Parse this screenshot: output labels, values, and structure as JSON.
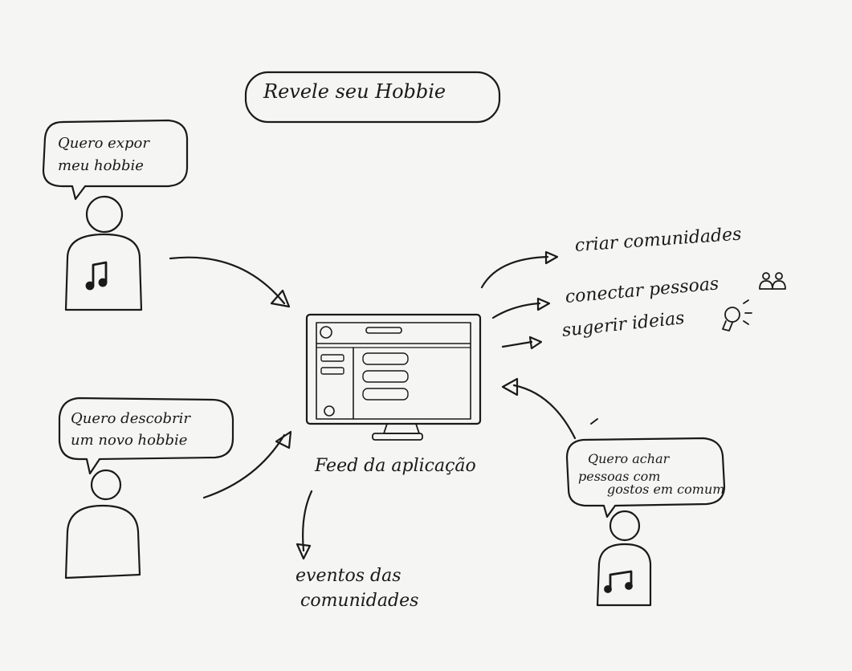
{
  "title": "Revele seu Hobbie",
  "bubbles": {
    "top_left": [
      "Quero expor",
      "meu hobbie"
    ],
    "mid_left": [
      "Quero descobrir",
      "um novo hobbie"
    ],
    "right": [
      "Quero achar",
      "pessoas com",
      "gostos em comum"
    ]
  },
  "features": [
    "criar comunidades",
    "conectar pessoas",
    "sugerir ideias"
  ],
  "center_label": "Feed da aplicação",
  "events_label": [
    "eventos das",
    "comunidades"
  ],
  "icons": [
    "music-note-icon",
    "people-icon",
    "lightbulb-icon"
  ]
}
